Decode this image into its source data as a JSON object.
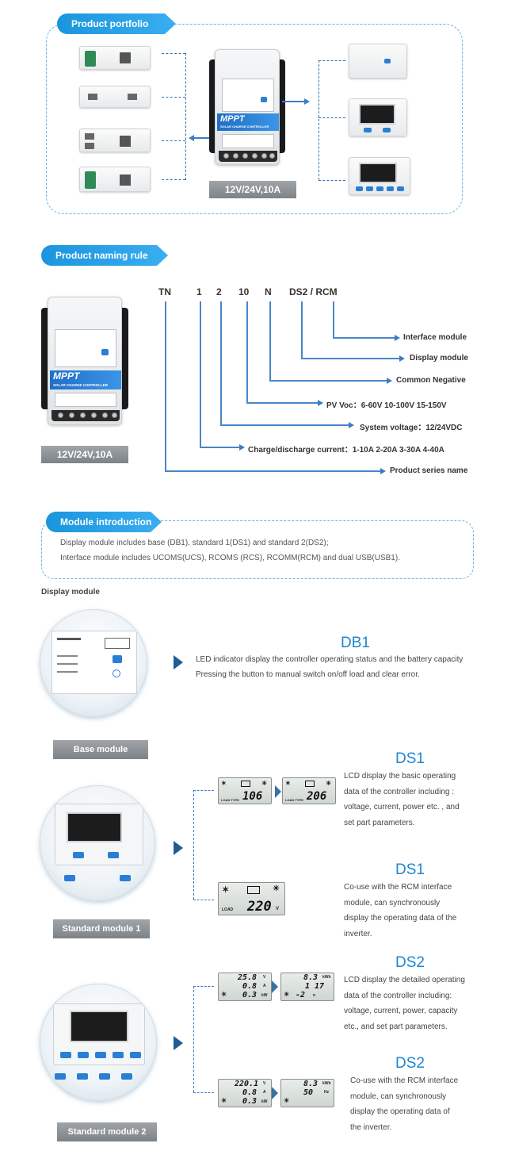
{
  "portfolio": {
    "banner": "Product portfolio",
    "main_label": "12V/24V,10A",
    "main_brand": "MPPT",
    "main_subtitle": "SOLAR CHARGE CONTROLLER"
  },
  "naming": {
    "banner": "Product naming rule",
    "image_label": "12V/24V,10A",
    "brand": "MPPT",
    "subtitle": "SOLAR CHARGE CONTROLLER",
    "code": [
      "TN",
      "1",
      "2",
      "10",
      "N",
      "DS2 / RCM"
    ],
    "rules": [
      {
        "label": "Interface module"
      },
      {
        "label": "Display module"
      },
      {
        "label": "Common Negative"
      },
      {
        "label": "PV Voc：6-60V    10-100V    15-150V"
      },
      {
        "label": "System voltage：12/24VDC"
      },
      {
        "label": "Charge/discharge current：1-10A   2-20A   3-30A   4-40A"
      },
      {
        "label": "Product series name"
      }
    ]
  },
  "intro": {
    "banner": "Module introduction",
    "line1": "Display module includes base (DB1), standard 1(DS1) and standard 2(DS2);",
    "line2": "Interface module includes UCOMS(UCS), RCOMS (RCS), RCOMM(RCM) and dual USB(USB1)."
  },
  "display_section_title": "Display module",
  "db1": {
    "title": "DB1",
    "line1": "LED indicator display the controller operating status and the battery capacity",
    "line2": "Pressing the button to manual switch on/off load and clear error.",
    "label": "Base module"
  },
  "ds1": {
    "label": "Standard module 1",
    "a": {
      "title": "DS1",
      "lines": [
        "LCD display the basic operating",
        "data of the controller including :",
        "voltage, current, power etc. , and",
        "set part parameters."
      ],
      "screen1_value": "106",
      "screen2_value": "206",
      "screen_tag": "LOAD TYPE"
    },
    "b": {
      "title": "DS1",
      "lines": [
        "Co-use with the RCM interface",
        "module, can synchronously",
        "display the operating data of the",
        "inverter."
      ],
      "screen_value": "220",
      "screen_unit": "V",
      "screen_tag": "LOAD"
    }
  },
  "ds2": {
    "label": "Standard module 2",
    "a": {
      "title": "DS2",
      "lines": [
        "LCD display the detailed operating",
        "data of the controller including:",
        "voltage, current, power, capacity",
        "etc., and set part parameters."
      ],
      "s1": [
        "25.8",
        "0.8",
        "0.3"
      ],
      "s1_units": [
        "V",
        "A",
        "kW"
      ],
      "s2": [
        "8.3",
        "1 17",
        "-2"
      ],
      "s2_units": [
        "kWh",
        "",
        "n"
      ]
    },
    "b": {
      "title": "DS2",
      "lines": [
        "Co-use with the RCM interface",
        "module, can synchronously",
        "display the operating data of",
        "the inverter."
      ],
      "s1": [
        "220.1",
        "0.8",
        "0.3"
      ],
      "s1_units": [
        "V",
        "A",
        "kW"
      ],
      "s2": [
        "8.3",
        "50"
      ],
      "s2_units": [
        "kWh",
        "Hz"
      ]
    }
  },
  "colors": {
    "accent": "#1e86d2",
    "banner": "#2aa3ea",
    "dash": "#6fb2e0"
  }
}
